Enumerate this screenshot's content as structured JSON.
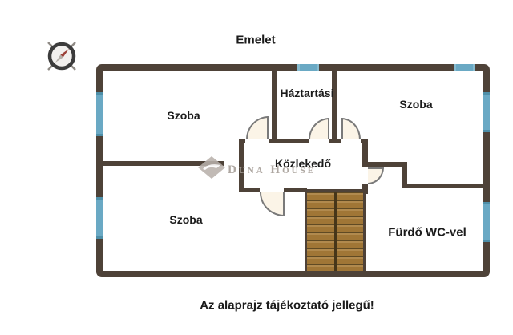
{
  "title": "Emelet",
  "caption": "Az alaprajz tájékoztató jellegű!",
  "watermark": {
    "brand": "Duna House"
  },
  "rooms": {
    "top_left": "Szoba",
    "utility": "Háztartási",
    "top_right": "Szoba",
    "hallway": "Közlekedő",
    "bottom": "Szoba",
    "bathroom": "Fürdő WC-vel"
  },
  "colors": {
    "background": "#ffffff",
    "wall": "#4e4238",
    "window": "#6aa9c4",
    "door_fill": "#fbf4e7",
    "door_stroke": "#7a7a7a",
    "stairs_fill": "#a07636",
    "stairs_line": "#5f4a24",
    "label_text": "#1b1b1b",
    "watermark_gray": "#aaa39c",
    "compass_needle": "#9c4038"
  }
}
